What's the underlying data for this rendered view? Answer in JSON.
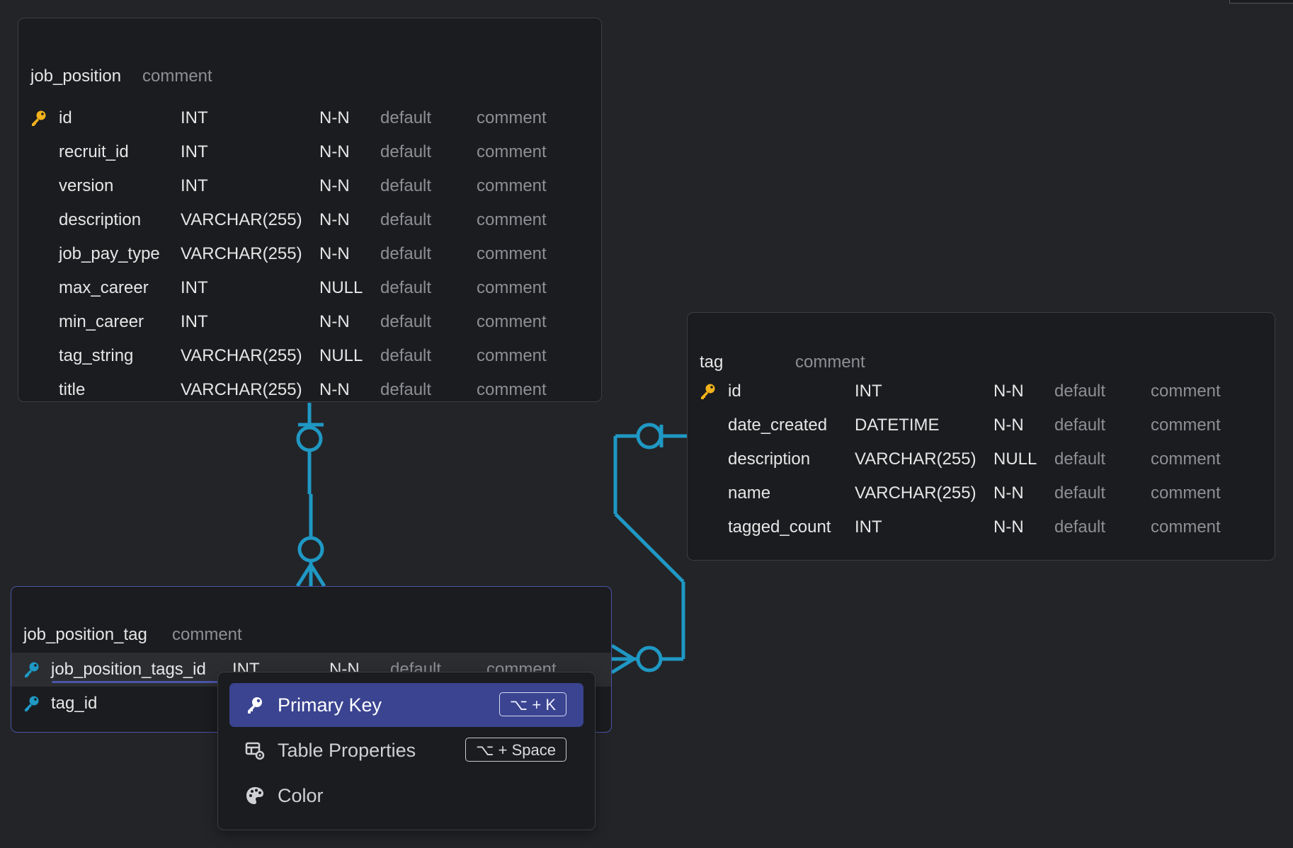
{
  "colors": {
    "background": "#232427",
    "table_bg": "#1b1c1f",
    "relation": "#1f98c4",
    "primary_key": "#f2b21b",
    "foreign_key": "#1f98c4",
    "selection": "#3a4490"
  },
  "tables": {
    "job_position": {
      "name": "job_position",
      "comment": "comment",
      "columns": [
        {
          "name": "id",
          "type": "INT",
          "nullable": "N-N",
          "default": "default",
          "comment": "comment",
          "key": "primary-key-icon"
        },
        {
          "name": "recruit_id",
          "type": "INT",
          "nullable": "N-N",
          "default": "default",
          "comment": "comment"
        },
        {
          "name": "version",
          "type": "INT",
          "nullable": "N-N",
          "default": "default",
          "comment": "comment"
        },
        {
          "name": "description",
          "type": "VARCHAR(255)",
          "nullable": "N-N",
          "default": "default",
          "comment": "comment"
        },
        {
          "name": "job_pay_type",
          "type": "VARCHAR(255)",
          "nullable": "N-N",
          "default": "default",
          "comment": "comment"
        },
        {
          "name": "max_career",
          "type": "INT",
          "nullable": "NULL",
          "default": "default",
          "comment": "comment"
        },
        {
          "name": "min_career",
          "type": "INT",
          "nullable": "N-N",
          "default": "default",
          "comment": "comment"
        },
        {
          "name": "tag_string",
          "type": "VARCHAR(255)",
          "nullable": "NULL",
          "default": "default",
          "comment": "comment"
        },
        {
          "name": "title",
          "type": "VARCHAR(255)",
          "nullable": "N-N",
          "default": "default",
          "comment": "comment"
        }
      ]
    },
    "tag": {
      "name": "tag",
      "comment": "comment",
      "columns": [
        {
          "name": "id",
          "type": "INT",
          "nullable": "N-N",
          "default": "default",
          "comment": "comment",
          "key": "primary-key-icon"
        },
        {
          "name": "date_created",
          "type": "DATETIME",
          "nullable": "N-N",
          "default": "default",
          "comment": "comment"
        },
        {
          "name": "description",
          "type": "VARCHAR(255)",
          "nullable": "NULL",
          "default": "default",
          "comment": "comment"
        },
        {
          "name": "name",
          "type": "VARCHAR(255)",
          "nullable": "N-N",
          "default": "default",
          "comment": "comment"
        },
        {
          "name": "tagged_count",
          "type": "INT",
          "nullable": "N-N",
          "default": "default",
          "comment": "comment"
        }
      ]
    },
    "job_position_tag": {
      "name": "job_position_tag",
      "comment": "comment",
      "columns": [
        {
          "name": "job_position_tags_id",
          "type": "INT",
          "nullable": "N-N",
          "default": "default",
          "comment": "comment",
          "key": "foreign-primary-key-icon"
        },
        {
          "name": "tag_id",
          "key": "foreign-primary-key-icon"
        }
      ]
    }
  },
  "context_menu": {
    "items": [
      {
        "label": "Primary Key",
        "shortcut": "⌥ + K",
        "icon": "key-icon"
      },
      {
        "label": "Table Properties",
        "shortcut": "⌥ + Space",
        "icon": "table-settings-icon"
      },
      {
        "label": "Color",
        "icon": "palette-icon"
      }
    ]
  }
}
